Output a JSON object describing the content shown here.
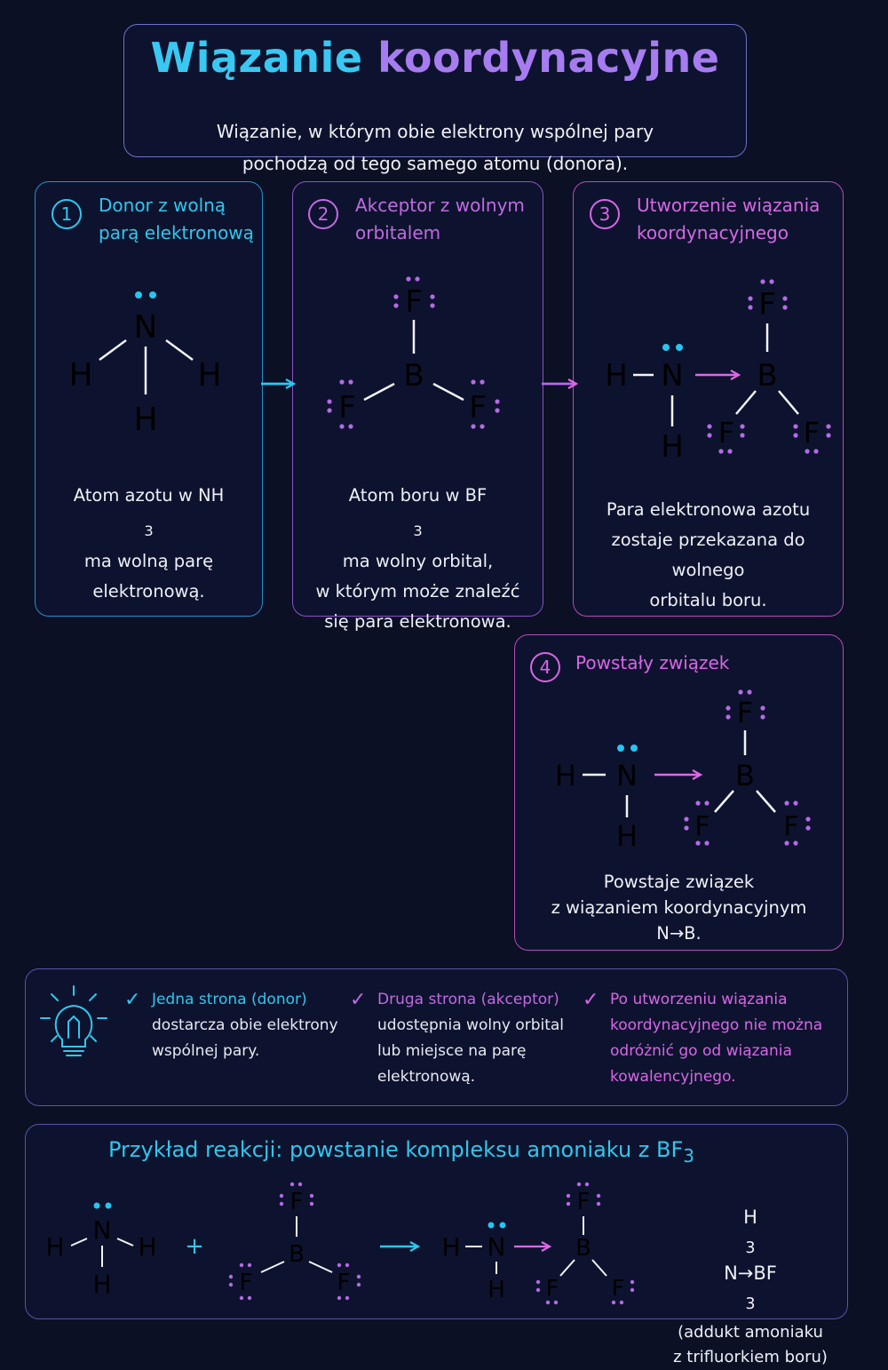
{
  "title": {
    "part1": "Wiązanie",
    "part2": "koordynacyjne",
    "subtitle_line1": "Wiązanie, w którym obie elektrony wspólnej pary",
    "subtitle_line2": "pochodzą od tego samego atomu (donora)."
  },
  "steps": [
    {
      "number": "1",
      "heading_line1": "Donor z wolną",
      "heading_line2": "parą elektronową",
      "desc_line1_pre": "Atom azotu w NH",
      "desc_line1_sub": "3",
      "desc_line2": "ma wolną parę",
      "desc_line3": "elektronową."
    },
    {
      "number": "2",
      "heading_line1": "Akceptor z wolnym",
      "heading_line2": "orbitalem",
      "desc_line1_pre": "Atom boru w BF",
      "desc_line1_sub": "3",
      "desc_line2": "ma wolny orbital,",
      "desc_line3": "w którym może znaleźć",
      "desc_line4": "się para elektronowa."
    },
    {
      "number": "3",
      "heading_line1": "Utworzenie wiązania",
      "heading_line2": "koordynacyjnego",
      "desc_line1": "Para elektronowa azotu",
      "desc_line2": "zostaje przekazana do wolnego",
      "desc_line3": "orbitalu boru."
    },
    {
      "number": "4",
      "heading": "Powstały związek",
      "desc_line1": "Powstaje związek",
      "desc_line2": "z wiązaniem koordynacyjnym",
      "desc_line3": "N→B."
    }
  ],
  "atoms": {
    "N": "N",
    "H": "H",
    "B": "B",
    "F": "F"
  },
  "bond_single": "—",
  "plus": "+",
  "tips": [
    {
      "heading": "Jedna strona (donor)",
      "line2": "dostarcza obie elektrony",
      "line3": "wspólnej pary."
    },
    {
      "heading": "Druga strona (akceptor)",
      "line2": "udostępnia wolny orbital",
      "line3": "lub miejsce na parę",
      "line4": "elektronową."
    },
    {
      "line1": "Po utworzeniu wiązania",
      "line2": "koordynacyjnego nie można",
      "line3": "odróżnić go od wiązania",
      "line4": "kowalencyjnego."
    }
  ],
  "example": {
    "title_pre": "Przykład reakcji: powstanie kompleksu amoniaku z BF",
    "title_sub": "3",
    "formula_h": "H",
    "formula_sub1": "3",
    "formula_mid": "N→BF",
    "formula_sub2": "3",
    "note_line1": "(addukt amoniaku",
    "note_line2": "z trifluorkiem boru)"
  },
  "colors": {
    "background": "#0b1024",
    "cyan": "#2fc7ef",
    "violet": "#a67cf0",
    "pink": "#d866e6",
    "lone_pair_cyan": "#27c4f0",
    "lone_pair_purple": "#b56ae6"
  },
  "icons": [
    "lightbulb-icon",
    "check-icon",
    "arrow-right-icon"
  ]
}
